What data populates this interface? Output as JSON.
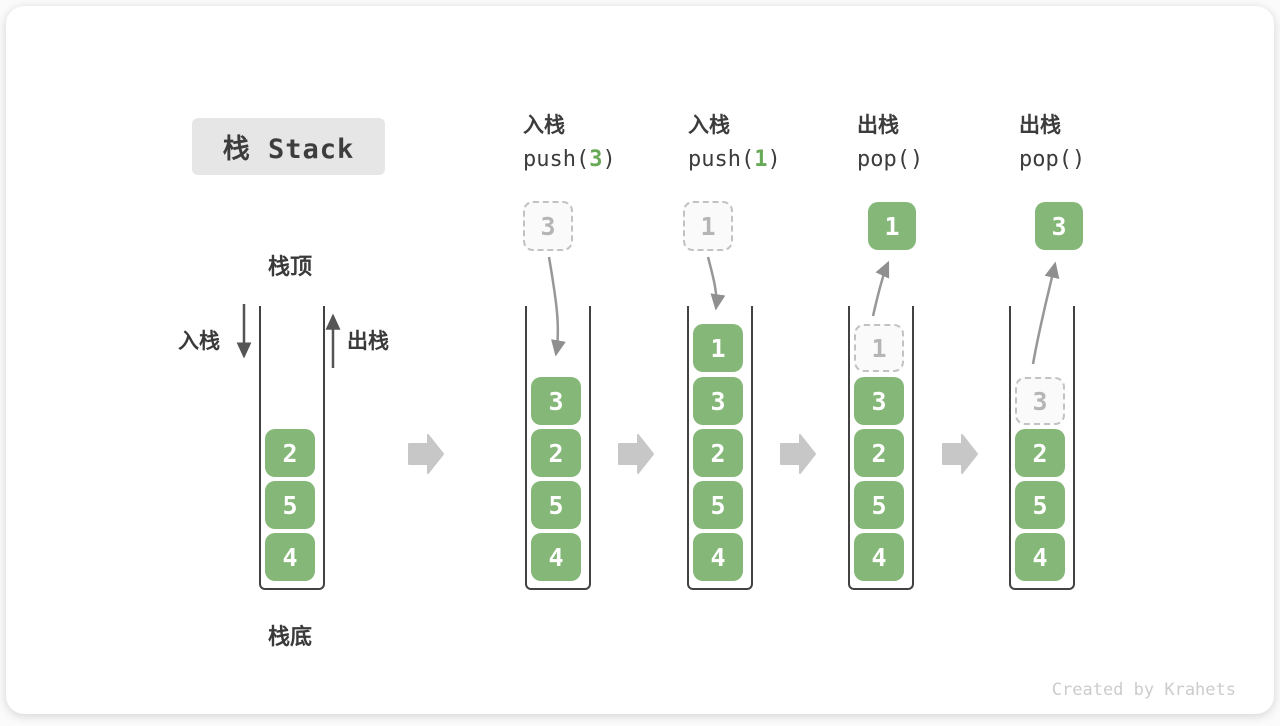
{
  "page": {
    "title": "栈 Stack",
    "watermark": "Created by Krahets"
  },
  "colors": {
    "cell_green": "#85b878",
    "arg_green": "#67a957",
    "badge_gray": "#e6e6e6",
    "text_dark": "#3c3c3c",
    "ghost_gray": "#b5b5b5",
    "block_arrow_gray": "#c7c7c7",
    "curve_arrow_gray": "#999999"
  },
  "labels": {
    "stack_top": "栈顶",
    "stack_bottom": "栈底",
    "push_side": "入栈",
    "pop_side": "出栈"
  },
  "operations": [
    {
      "name": "入栈",
      "code_pre": "push(",
      "arg": "3",
      "code_post": ")"
    },
    {
      "name": "入栈",
      "code_pre": "push(",
      "arg": "1",
      "code_post": ")"
    },
    {
      "name": "出栈",
      "code_pre": "pop(",
      "arg": "",
      "code_post": ")"
    },
    {
      "name": "出栈",
      "code_pre": "pop(",
      "arg": "",
      "code_post": ")"
    }
  ],
  "stacks": [
    {
      "items": [
        "2",
        "5",
        "4"
      ]
    },
    {
      "floating": "3",
      "items": [
        "3",
        "2",
        "5",
        "4"
      ]
    },
    {
      "floating": "1",
      "items": [
        "1",
        "3",
        "2",
        "5",
        "4"
      ]
    },
    {
      "floating": "1",
      "ghost": "1",
      "items": [
        "3",
        "2",
        "5",
        "4"
      ]
    },
    {
      "floating": "3",
      "ghost": "3",
      "items": [
        "2",
        "5",
        "4"
      ]
    }
  ]
}
